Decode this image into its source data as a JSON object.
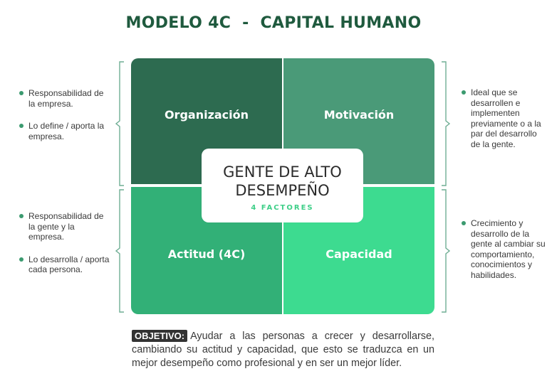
{
  "title": "MODELO 4C  -  CAPITAL HUMANO",
  "colors": {
    "title": "#1f5a3e",
    "top_left": "#2d6b50",
    "top_right": "#4a9a78",
    "bottom_left": "#32b077",
    "bottom_right": "#3ddb90",
    "bracket": "#6fae94",
    "dot": "#3b9a6f",
    "subtitle": "#3ecf88"
  },
  "quadrants": {
    "top_left": "Organización",
    "top_right": "Motivación",
    "bottom_left": "Actitud (4C)",
    "bottom_right": "Capacidad"
  },
  "center": {
    "line1": "GENTE DE ALTO",
    "line2": "DESEMPEÑO",
    "subtitle": "4 FACTORES"
  },
  "left_top": [
    "Responsabilidad de la empresa.",
    "Lo define / aporta la empresa."
  ],
  "left_bottom": [
    "Responsabilidad de la gente y la empresa.",
    "Lo desarrolla / aporta cada persona."
  ],
  "right_top": [
    "Ideal que se desarrollen e implementen previamente o a la par del desarrollo de la gente."
  ],
  "right_bottom": [
    "Crecimiento y desarrollo de la gente al cambiar su comportamiento, conocimientos y habilidades."
  ],
  "objective": {
    "label": "OBJETIVO:",
    "text": "Ayudar a las personas a crecer y desarrollarse, cambiando su actitud y capacidad, que esto se traduzca en un mejor desempeño como profesional y en ser un mejor líder."
  }
}
